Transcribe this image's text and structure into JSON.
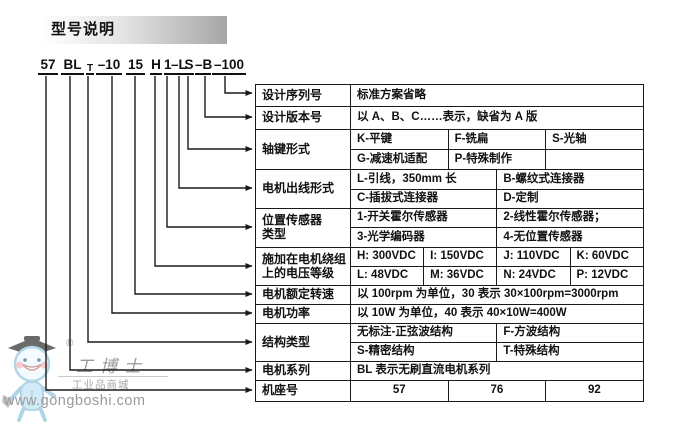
{
  "title": "型号说明",
  "model": {
    "tokens": [
      "57",
      "BL",
      "T",
      "–10",
      "15",
      "H",
      "1",
      "–L",
      "S",
      "–B",
      "–100"
    ],
    "subscript_token_index": 2
  },
  "table": {
    "rows": [
      {
        "label": "设计序列号",
        "sub_rows": [
          [
            "标准方案省略"
          ]
        ]
      },
      {
        "label": "设计版本号",
        "sub_rows": [
          [
            "以 A、B、C……表示，缺省为 A 版"
          ]
        ]
      },
      {
        "label": "轴键形式",
        "sub_rows": [
          [
            "K-平键",
            "F-铣扁",
            "S-光轴"
          ],
          [
            "G-减速机适配",
            "P-特殊制作",
            ""
          ]
        ]
      },
      {
        "label": "电机出线形式",
        "sub_rows": [
          [
            "L-引线，350mm 长",
            "B-螺纹式连接器"
          ],
          [
            "C-插拔式连接器",
            "D-定制"
          ]
        ]
      },
      {
        "label": "位置传感器\n类型",
        "sub_rows": [
          [
            "1-开关霍尔传感器",
            "2-线性霍尔传感器；"
          ],
          [
            "3-光学编码器",
            "4-无位置传感器"
          ]
        ]
      },
      {
        "label": "施加在电机绕组\n上的电压等级",
        "sub_rows": [
          [
            "H: 300VDC",
            "I: 150VDC",
            "J: 110VDC",
            "K: 60VDC"
          ],
          [
            "L: 48VDC",
            "M: 36VDC",
            "N: 24VDC",
            "P: 12VDC"
          ]
        ]
      },
      {
        "label": "电机额定转速",
        "sub_rows": [
          [
            "以 100rpm 为单位，30 表示 30×100rpm=3000rpm"
          ]
        ]
      },
      {
        "label": "电机功率",
        "sub_rows": [
          [
            "以 10W 为单位，40 表示 40×10W=400W"
          ]
        ]
      },
      {
        "label": "结构类型",
        "sub_rows": [
          [
            "无标注-正弦波结构",
            "F-方波结构"
          ],
          [
            "S-精密结构",
            "T-特殊结构"
          ]
        ]
      },
      {
        "label": "电机系列",
        "sub_rows": [
          [
            "BL 表示无刷直流电机系列"
          ]
        ]
      },
      {
        "label": "机座号",
        "sub_rows": [
          [
            "57",
            "76",
            "92"
          ]
        ],
        "align": "center"
      }
    ]
  },
  "watermark": {
    "registered_mark": "®",
    "brand": "工博士",
    "tagline": "工业品商城",
    "website": "www.gongboshi.com"
  },
  "colors": {
    "border": "#1a1a1a",
    "text": "#111111",
    "title_gradient_end": "#a6a6a6",
    "watermark_gray": "#9a9a9a"
  }
}
